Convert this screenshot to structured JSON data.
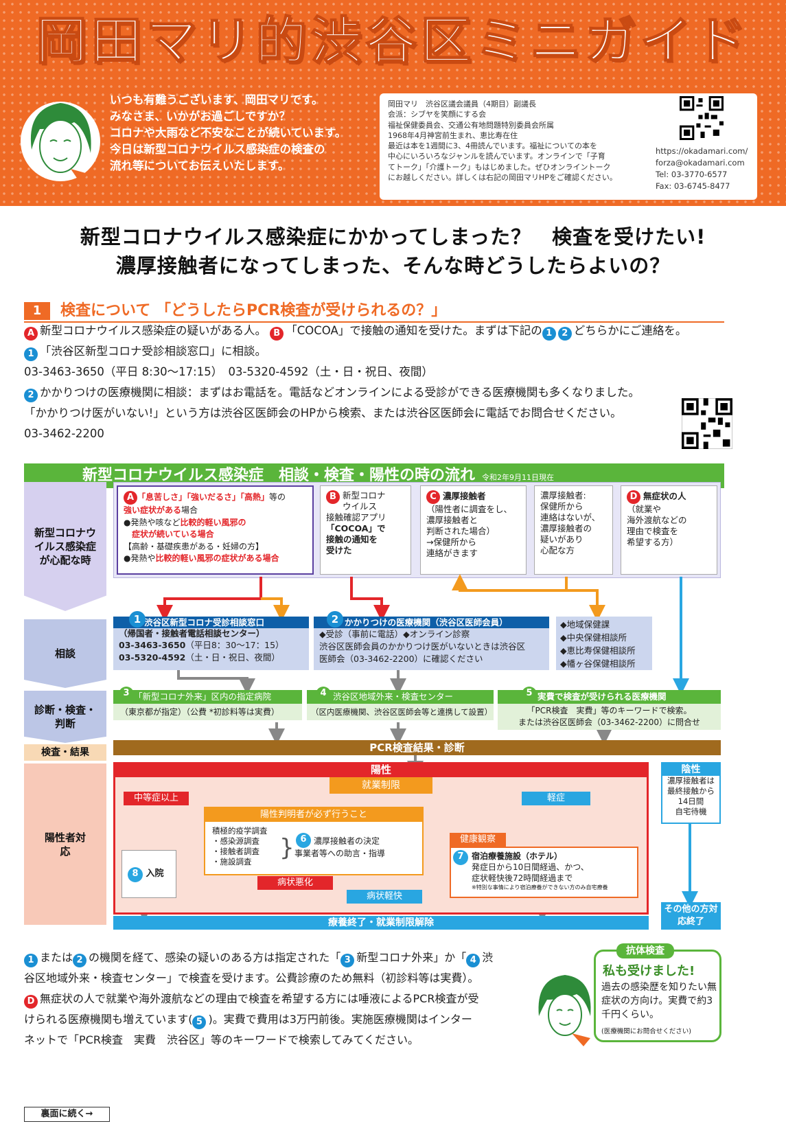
{
  "header": {
    "title": "岡田マリ的渋谷区ミニガイド",
    "greeting": [
      "いつも有難うございます、岡田マリです。",
      "みなさま、いかがお過ごしですか？",
      "コロナや大雨など不安なことが続いています。",
      "今日は新型コロナウイルス感染症の検査の",
      "流れ等についてお伝えいたします。"
    ],
    "profile": [
      "岡田マリ　渋谷区議会議員（4期目）副議長",
      "会派：シブヤを笑顔にする会",
      "福祉保健委員会、交通公有地問題特別委員会所属",
      "1968年4月神宮前生まれ、恵比寿在住",
      "最近は本を1週間に3、4冊読んでいます。福祉についての本を",
      "中心にいろいろなジャンルを読んでいます。オンラインで「子育",
      "てトーク」「介護トーク」もはじめました。ぜひオンライントーク",
      "にお越しください。詳しくは右記の岡田マリHPをご確認ください。"
    ],
    "contact": [
      "https://okadamari.com/",
      "forza@okadamari.com",
      "Tel: 03-3770-6577",
      "Fax: 03-6745-8477"
    ]
  },
  "headline": {
    "line1": "新型コロナウイルス感染症にかかってしまった？　検査を受けたい!",
    "line2": "濃厚接触者になってしまった、そんな時どうしたらよいの？"
  },
  "section1": {
    "num": "1",
    "title": "検査について 「どうしたらPCR検査が受けられるの？」",
    "p1a": "新型コロナウイルス感染症の疑いがある人。",
    "p1b": "「COCOA」で接触の通知を受けた。まずは下記の",
    "p1c": "どちらかにご連絡を。",
    "p2": "「渋谷区新型コロナ受診相談窓口」に相談。",
    "p3": "03-3463-3650（平日 8:30〜17:15）　03-5320-4592（土・日・祝日、夜間）",
    "p4": "かかりつけの医療機関に相談：まずはお電話を。電話などオンラインによる受診ができる医療機関も多くなりました。",
    "p5": "「かかりつけ医がいない!」という方は渋谷区医師会のHPから検索、または渋谷区医師会に電話でお問合せください。",
    "p6": "03-3462-2200"
  },
  "flow": {
    "banner": "新型コロナウイルス感染症　相談・検査・陽性の時の流れ",
    "date": "令和2年9月11日現在",
    "left": {
      "c1": "新型コロナウイルス感染症が心配な時",
      "c2": "相談",
      "c3": "診断・検査・判断",
      "c4": "検査・結果",
      "c5": "陽性者対応"
    },
    "A": {
      "badge": "A",
      "l1": "「息苦しさ」「強いだるさ」「高熱」",
      "l1b": "等の",
      "l2": "強い症状がある",
      "l2b": "場合",
      "l3": "●発熱や咳など",
      "l3b": "比較的軽い風邪の",
      "l4": "症状が続いている場合",
      "l5": "【高齢・基礎疾患がある・妊婦の方】",
      "l6": "●発熱や",
      "l6b": "比較的軽い風邪の症状がある場合"
    },
    "B": {
      "badge": "B",
      "lines": [
        "新型コロナ",
        "ウイルス",
        "接触確認アプリ",
        "「COCOA」で",
        "接触の通知を",
        "受けた"
      ]
    },
    "C": {
      "badge": "C",
      "title": "濃厚接触者",
      "lines": [
        "（陽性者に調査をし、",
        "濃厚接触者と",
        "判断された場合）",
        "→保健所から",
        "連絡がきます"
      ]
    },
    "C2": {
      "lines": [
        "濃厚接触者:",
        "保健所から",
        "連絡はないが、",
        "濃厚接触者の",
        "疑いがあり",
        "心配な方"
      ]
    },
    "D": {
      "badge": "D",
      "title": "無症状の人",
      "lines": [
        "（就業や",
        "海外渡航などの",
        "理由で検査を",
        "希望する方）"
      ]
    },
    "s1": {
      "badge": "1",
      "title": "渋谷区新型コロナ受診相談窓口",
      "sub": "（帰国者・接触者電話相談センター）",
      "t1": "03-3463-3650",
      "t1b": "（平日8：30〜17：15）",
      "t2": "03-5320-4592",
      "t2b": "（土・日・祝日、夜間）"
    },
    "s2": {
      "badge": "2",
      "title": "かかりつけの医療機関（渋谷区医師会員）",
      "l1": "◆受診（事前に電話）◆オンライン診察",
      "l2": "渋谷区医師会員のかかりつけ医がいないときは渋谷区",
      "l3": "医師会（03-3462-2200）に確認ください"
    },
    "hc": [
      "◆地域保健課",
      "◆中央保健相談所",
      "◆恵比寿保健相談所",
      "◆幡ヶ谷保健相談所"
    ],
    "s3": {
      "badge": "3",
      "title": "「新型コロナ外来」区内の指定病院",
      "sub": "（東京都が指定）（公費 *初診料等は実費）"
    },
    "s4": {
      "badge": "4",
      "title": "渋谷区地域外来・検査センター",
      "sub": "（区内医療機関、渋谷区医師会等と連携して設置）"
    },
    "s5": {
      "badge": "5",
      "title": "実費で検査が受けられる医療機関",
      "sub1": "「PCR検査　実費」等のキーワードで検索。",
      "sub2": "または渋谷区医師会（03-3462-2200）に問合せ"
    },
    "result": "PCR検査結果・診断",
    "positive": "陽性",
    "negative": "陰性",
    "negText": [
      "濃厚接触者は",
      "最終接触から",
      "14日間",
      "自宅待機"
    ],
    "work": "就業制限",
    "moderate": "中等症以上",
    "mild": "軽症",
    "must": "陽性判明者が必ず行うこと",
    "epi": [
      "積極的疫学調査",
      "・感染源調査",
      "・接触者調査",
      "・施設調査"
    ],
    "s6": {
      "badge": "6",
      "l1": "濃厚接触者の決定",
      "l2": "事業者等への助言・指導"
    },
    "health": "健康観察",
    "s7": {
      "badge": "7",
      "title": "宿泊療養施設（ホテル）",
      "l1": "発症日から10日間経過、かつ、",
      "l2": "症状軽快後72時間経過まで",
      "note": "※特別な事情により宿泊療養ができない方のみ自宅療養"
    },
    "s8": {
      "badge": "8",
      "title": "入院"
    },
    "worse": "病状悪化",
    "better": "病状軽快",
    "end": "療養終了・就業制限解除",
    "other": "その他の方対応終了"
  },
  "bottom": {
    "t1": "または",
    "t2": "の機関を経て、感染の疑いのある方は指定された「",
    "t3": "新型コロナ外来」か「",
    "t4": "渋",
    "t5": "谷区地域外来・検査センター」で検査を受けます。公費診療のため無料（初診料等は実費）。",
    "t6": "無症状の人で就業や海外渡航などの理由で検査を希望する方には唾液によるPCR検査が受",
    "t7": "けられる医療機関も増えています(",
    "t8": ")。実費で費用は3万円前後。実施医療機関はインター",
    "t9": "ネットで「PCR検査　実費　渋谷区」等のキーワードで検索してみてください。",
    "cont": "裏面に続く→"
  },
  "antibody": {
    "tag": "抗体検査",
    "title": "私も受けました!",
    "body": "過去の感染歴を知りたい無症状の方向け。実費で約3千円くらい。",
    "note": "(医療機関にお問合せください)"
  },
  "colors": {
    "orange": "#ef6a25",
    "green": "#5ab53b",
    "red": "#e3262a",
    "blue": "#1a8fd3",
    "brown": "#a06a1e",
    "cyan": "#29a6e1"
  }
}
